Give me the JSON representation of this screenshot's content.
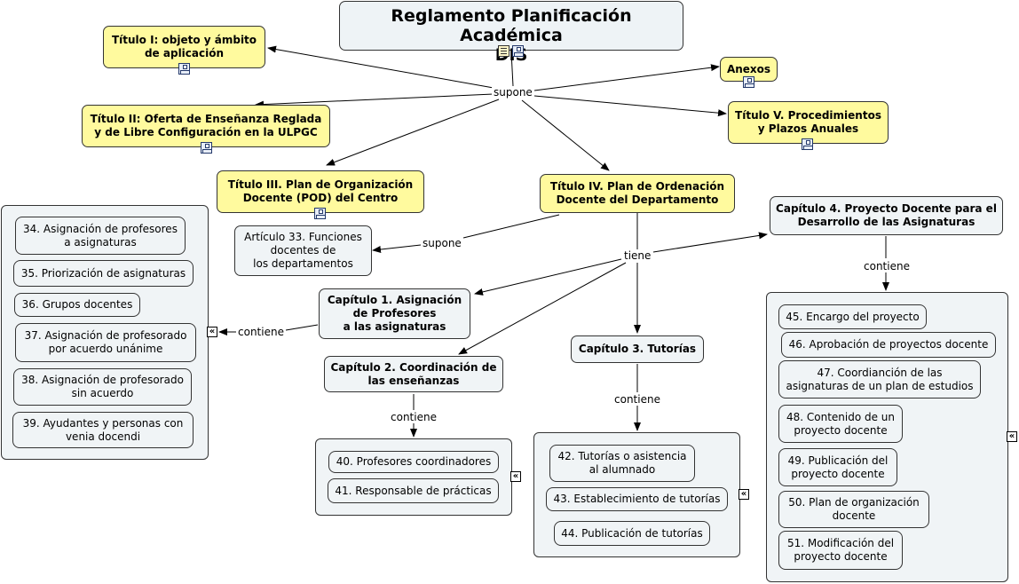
{
  "main_title": "Reglamento Planificación Académica\nDIS",
  "titulos": {
    "t1": "Título I: objeto y ámbito\nde aplicación",
    "t2": "Título II: Oferta de Enseñanza Reglada\ny de Libre Configuración en la ULPGC",
    "t3": "Título III. Plan de Organización\nDocente (POD) del Centro",
    "t4": "Título IV. Plan de Ordenación\nDocente del Departamento",
    "t5": "Título V. Procedimientos\ny Plazos Anuales",
    "anexos": "Anexos"
  },
  "capitulos": {
    "c1": "Capítulo 1. Asignación\nde Profesores\na las asignaturas",
    "c2": "Capítulo 2. Coordinación de\nlas enseñanzas",
    "c3": "Capítulo 3. Tutorías",
    "c4": "Capítulo 4. Proyecto Docente para el\nDesarrollo de las Asignaturas"
  },
  "articulo33": "Artículo 33. Funciones\ndocentes de\nlos departamentos",
  "link_labels": {
    "supone_top": "supone",
    "supone_mid": "supone",
    "tiene": "tiene",
    "contiene_c1": "contiene",
    "contiene_c2": "contiene",
    "contiene_c3": "contiene",
    "contiene_c4": "contiene"
  },
  "c1_items": [
    "34. Asignación de profesores\na asignaturas",
    "35. Priorización de asignaturas",
    "36. Grupos docentes",
    "37.  Asignación de profesorado\npor acuerdo unánime",
    "38. Asignación de profesorado\nsin acuerdo",
    "39. Ayudantes y personas con\nvenia docendi"
  ],
  "c2_items": [
    "40. Profesores coordinadores",
    "41. Responsable de prácticas"
  ],
  "c3_items": [
    "42. Tutorías o asistencia\nal alumnado",
    "43. Establecimiento de tutorías",
    "44. Publicación de tutorías"
  ],
  "c4_items": [
    "45. Encargo del proyecto",
    "46. Aprobación de proyectos docente",
    "47. Coordianción de las\nasignaturas de un plan de estudios",
    "48. Contenido de un\nproyecto docente",
    "49. Publicación del\nproyecto docente",
    "50. Plan de organización\ndocente",
    "51. Modificación del\nproyecto docente"
  ],
  "colors": {
    "concept_yellow": "#fffa9e",
    "concept_grey": "#f0f4f6",
    "link": "#000000"
  }
}
